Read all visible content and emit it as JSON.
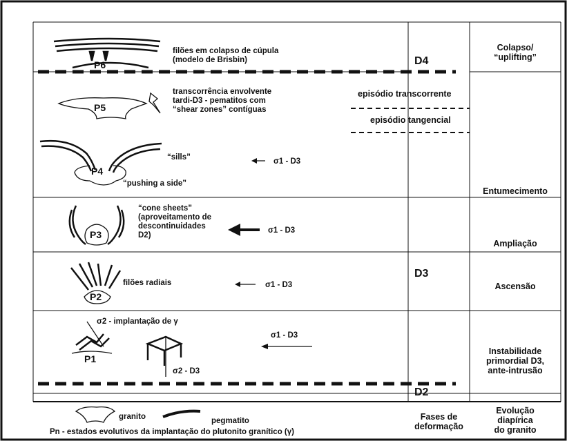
{
  "columns": {
    "phases": {
      "d4": "D4",
      "d3": "D3",
      "d2": "D2"
    },
    "episodes": {
      "transcorrente": "episódio transcorrente",
      "tangencial": "episódio tangencial"
    },
    "evolution": {
      "colapso_1": "Colapso/",
      "colapso_2": "“uplifting”",
      "entumecimento": "Entumecimento",
      "ampliacao": "Ampliação",
      "ascensao": "Ascensão",
      "instab_1": "Instabilidade",
      "instab_2": "primordial D3,",
      "instab_3": "ante-intrusão"
    }
  },
  "rows": {
    "p6": {
      "label": "P6",
      "desc_1": "filões em colapso de cúpula",
      "desc_2": "(modelo de Brisbin)"
    },
    "p5": {
      "label": "P5",
      "desc_1": "transcorrência envolvente",
      "desc_2": "tardi-D3 - pematitos com",
      "desc_3": "“shear zones” contíguas"
    },
    "p4": {
      "label": "P4",
      "sills": "“sills”",
      "pushing": "“pushing a side”",
      "sigma": "σ1 - D3"
    },
    "p3": {
      "label": "P3",
      "desc_1": "“cone sheets”",
      "desc_2": "(aproveitamento de",
      "desc_3": "descontinuidades",
      "desc_4": "D2)",
      "sigma": "σ1 - D3"
    },
    "p2": {
      "label": "P2",
      "desc": "filões radiais",
      "sigma": "σ1 - D3"
    },
    "p1": {
      "label": "P1",
      "sigma2_top": "σ2 - implantação de γ",
      "sigma1": "σ1 - D3",
      "sigma2_bottom": "σ2 - D3"
    }
  },
  "legend": {
    "granito": "granito",
    "pegmatito": "pegmatito",
    "caption": "Pn - estados evolutivos da implantação do plutonito granítico (γ)",
    "fases_1": "Fases de",
    "fases_2": "deformação",
    "evol_1": "Evolução",
    "evol_2": "diapírica",
    "evol_3": "do granito"
  }
}
